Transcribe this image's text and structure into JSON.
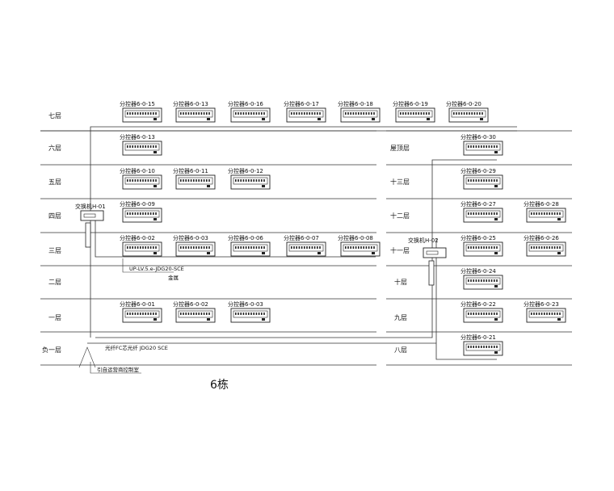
{
  "building_label": "6栋",
  "left_floors": [
    "七层",
    "六层",
    "五层",
    "四层",
    "三层",
    "二层",
    "一层",
    "负一层"
  ],
  "right_floors": [
    "屋顶层",
    "十三层",
    "十二层",
    "十一层",
    "十层",
    "九层",
    "八层"
  ],
  "switch_left": "交换机H-01",
  "switch_right": "交换机H-02",
  "cable_note": "UP-LV.5.e-JDG20-SCE",
  "cable_note2": "金属",
  "riser_note": "光纤FC芯光纤 JDG20 SCE",
  "entry_note": "引自运营商控制室",
  "left_devices": [
    [
      "分控器6-0-15",
      "分控器6-0-13",
      "分控器6-0-16",
      "分控器6-0-17",
      "分控器6-0-18",
      "分控器6-0-19",
      "分控器6-0-20"
    ],
    [
      "分控器6-0-13"
    ],
    [
      "分控器6-0-10",
      "分控器6-0-11",
      "分控器6-0-12"
    ],
    [
      "分控器6-0-09"
    ],
    [
      "分控器6-0-02",
      "分控器6-0-03",
      "分控器6-0-06",
      "分控器6-0-07",
      "分控器6-0-08"
    ],
    [],
    [
      "分控器6-0-01",
      "分控器6-0-02",
      "分控器6-0-03"
    ],
    []
  ],
  "right_devices": [
    [
      "分控器6-0-30"
    ],
    [
      "分控器6-0-29"
    ],
    [
      "分控器6-0-27",
      "分控器6-0-28"
    ],
    [
      "分控器6-0-25",
      "分控器6-0-26"
    ],
    [
      "分控器6-0-24"
    ],
    [
      "分控器6-0-22",
      "分控器6-0-23"
    ],
    [
      "分控器6-0-21"
    ]
  ]
}
